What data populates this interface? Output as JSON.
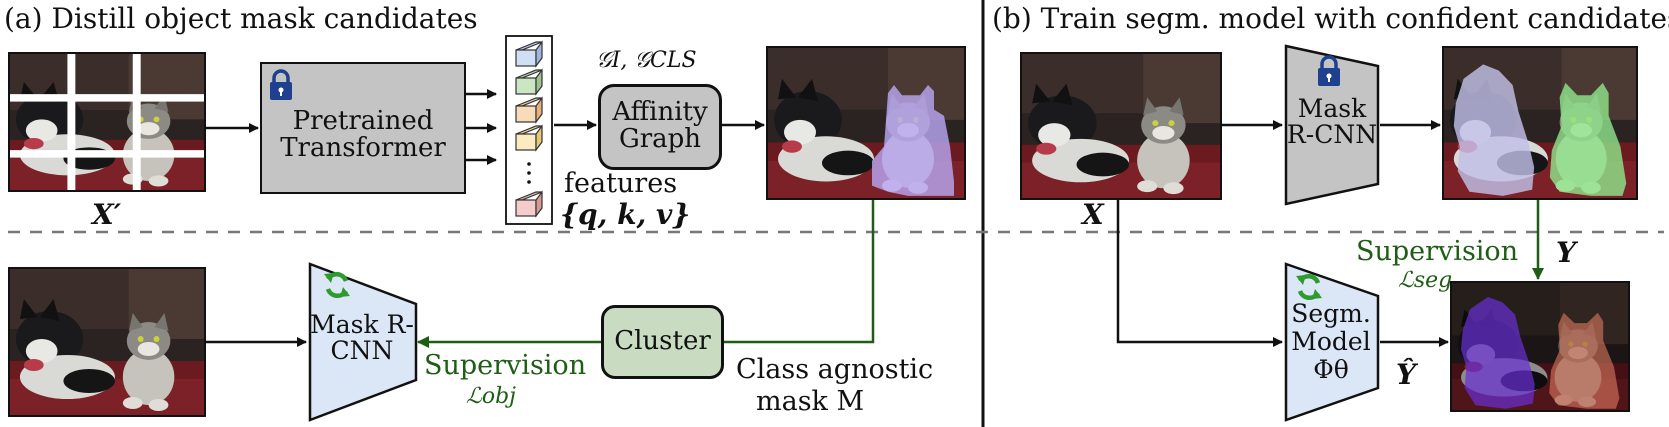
{
  "panel_a": {
    "title": "(a) Distill object mask candidates",
    "input_label": "X′",
    "transformer_label": "Pretrained Transformer",
    "affinity_label": "Affinity Graph",
    "affinity_superscript": "𝒢I, 𝒢CLS",
    "features_label": "features",
    "features_math": "{q, k, v}",
    "cluster_label": "Cluster",
    "mask_caption_1": "Class agnostic",
    "mask_caption_2": "mask M",
    "student_label": "Mask R-CNN",
    "supervision_label": "Supervision",
    "supervision_loss": "ℒobj"
  },
  "panel_b": {
    "title": "(b) Train segm. model with confident candidates",
    "input_label": "X",
    "teacher_label": "Mask R-CNN",
    "target_label": "Y",
    "supervision_label": "Supervision",
    "supervision_loss": "ℒseg",
    "model_label": "Segm. Model Φθ",
    "output_label": "Ŷ"
  },
  "colors": {
    "gray_box": "#c4c4c4",
    "blue_box": "#dbe7f6",
    "green_box": "#c9dcc2",
    "supervision_green": "#1e5e14",
    "lock_blue": "#1f3f8f",
    "refresh_green": "#2e9b2e",
    "mask_purple": "#b8a6f0",
    "mask_green": "#8fe38a",
    "mask_lavender": "#c2bfe8"
  },
  "icons": [
    "lock-icon",
    "refresh-icon"
  ]
}
